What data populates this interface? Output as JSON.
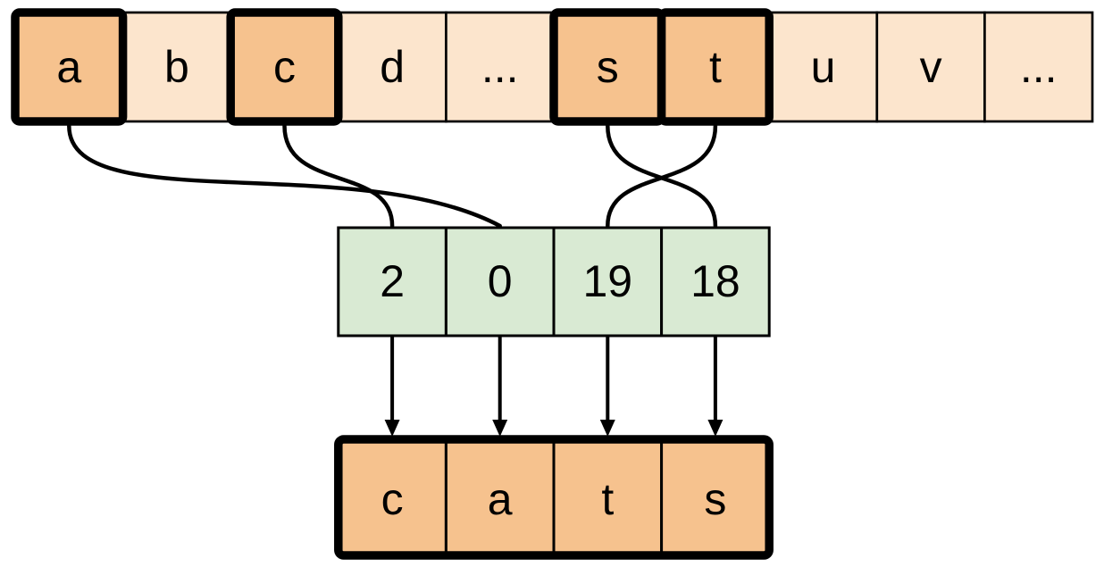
{
  "colors": {
    "background": "#ffffff",
    "cell_plain": "#fce5cd",
    "cell_highlight": "#f6c28e",
    "cell_index": "#d9ead3",
    "stroke": "#000000"
  },
  "alphabet_row": {
    "cells": [
      {
        "label": "a",
        "highlighted": true
      },
      {
        "label": "b",
        "highlighted": false
      },
      {
        "label": "c",
        "highlighted": true
      },
      {
        "label": "d",
        "highlighted": false
      },
      {
        "label": "...",
        "highlighted": false
      },
      {
        "label": "s",
        "highlighted": true
      },
      {
        "label": "t",
        "highlighted": true
      },
      {
        "label": "u",
        "highlighted": false
      },
      {
        "label": "v",
        "highlighted": false
      },
      {
        "label": "...",
        "highlighted": false
      }
    ]
  },
  "index_row": {
    "cells": [
      {
        "label": "2"
      },
      {
        "label": "0"
      },
      {
        "label": "19"
      },
      {
        "label": "18"
      }
    ]
  },
  "output_row": {
    "cells": [
      {
        "label": "c"
      },
      {
        "label": "a"
      },
      {
        "label": "t"
      },
      {
        "label": "s"
      }
    ]
  },
  "mappings": [
    {
      "from_letter": "a",
      "to_index_value": "0"
    },
    {
      "from_letter": "c",
      "to_index_value": "2"
    },
    {
      "from_letter": "s",
      "to_index_value": "18"
    },
    {
      "from_letter": "t",
      "to_index_value": "19"
    }
  ]
}
